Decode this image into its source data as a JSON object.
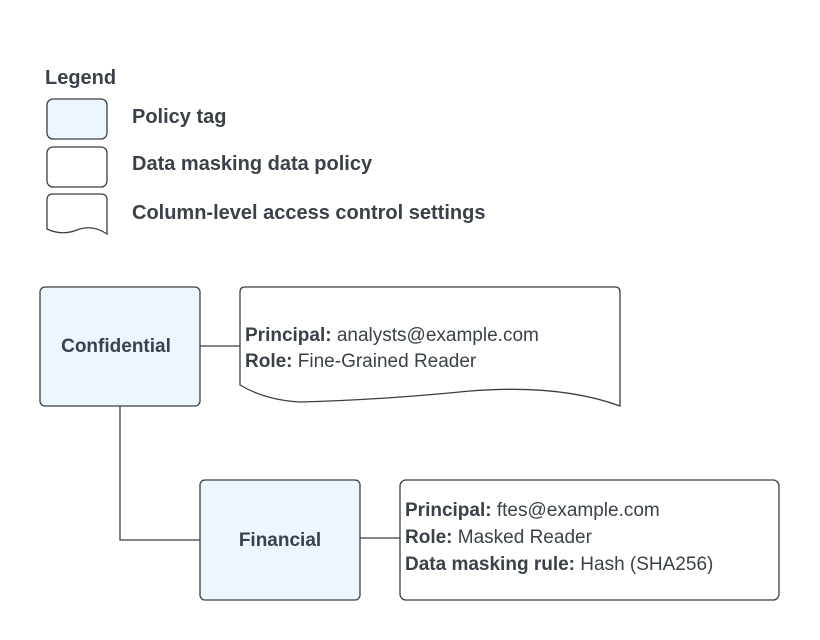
{
  "legend": {
    "title": "Legend",
    "items": [
      {
        "label": "Policy tag",
        "shape": "rounded-rectangle-filled"
      },
      {
        "label": "Data masking data policy",
        "shape": "rounded-rectangle"
      },
      {
        "label": "Column-level access control settings",
        "shape": "document"
      }
    ]
  },
  "nodes": {
    "confidential": {
      "label": "Confidential",
      "settings": {
        "principal_label": "Principal:",
        "principal_value": " analysts@example.com",
        "role_label": "Role:",
        "role_value": " Fine-Grained Reader"
      }
    },
    "financial": {
      "label": "Financial",
      "policy": {
        "principal_label": "Principal:",
        "principal_value": " ftes@example.com",
        "role_label": "Role:",
        "role_value": " Masked Reader",
        "rule_label": "Data masking rule:",
        "rule_value": " Hash (SHA256)"
      }
    }
  },
  "colors": {
    "policy_tag_fill": "#edf5ff",
    "stroke": "#3a3f45",
    "text": "#3a414a"
  }
}
